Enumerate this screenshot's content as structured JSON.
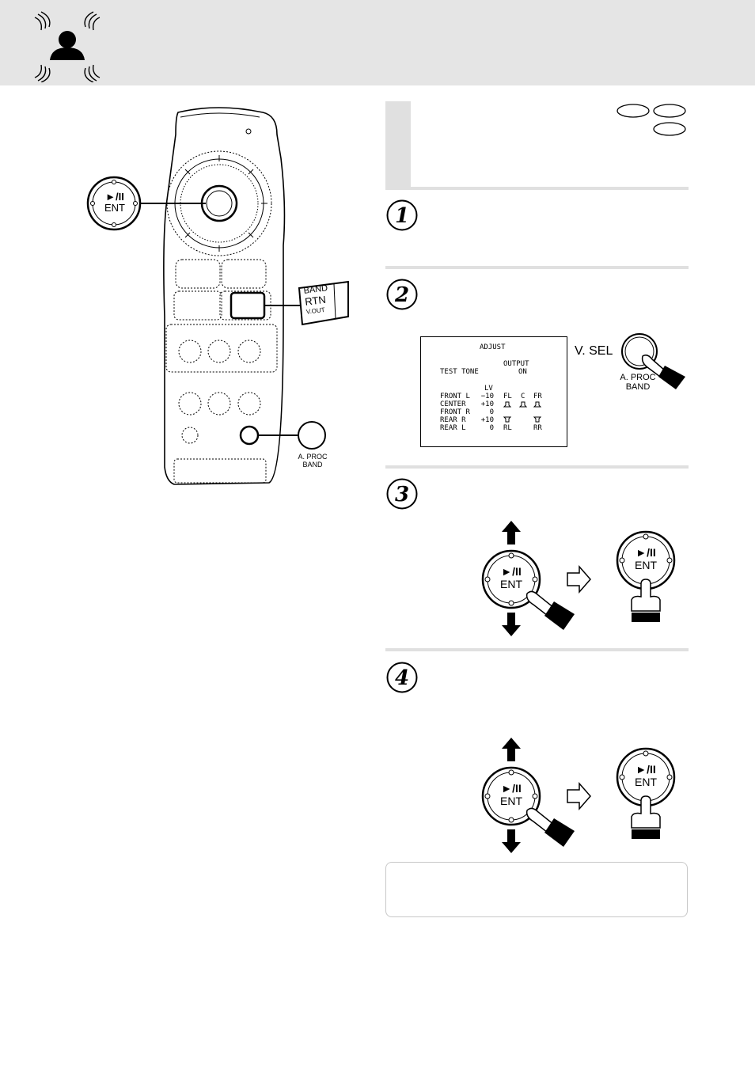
{
  "header": {
    "icon": "listener-sound-icon"
  },
  "remote": {
    "ent_label": "ENT",
    "play_pause_glyph": "►/II",
    "band_callout": [
      "BAND",
      "RTN",
      "V.OUT"
    ],
    "aproc_callout": [
      "A. PROC",
      "BAND"
    ]
  },
  "section": {
    "disc_badges": [
      "",
      "",
      ""
    ]
  },
  "steps": [
    {
      "number": "1"
    },
    {
      "number": "2"
    },
    {
      "number": "3"
    },
    {
      "number": "4"
    }
  ],
  "osd": {
    "title": "ADJUST",
    "test_tone": "TEST TONE",
    "output_label": "OUTPUT",
    "output_value": "ON",
    "lv_header": "LV",
    "rows": [
      {
        "name": "FRONT L",
        "value": "−10"
      },
      {
        "name": "CENTER",
        "value": "+10"
      },
      {
        "name": "FRONT R",
        "value": "0"
      },
      {
        "name": "REAR R",
        "value": "+10"
      },
      {
        "name": "REAR L",
        "value": "0"
      }
    ],
    "speakers_front": [
      "FL",
      "C",
      "FR"
    ],
    "speakers_rear": [
      "RL",
      "RR"
    ]
  },
  "step2": {
    "vsel_label": "V. SEL",
    "button_label": [
      "A. PROC",
      "BAND"
    ]
  },
  "step3": {
    "button_glyph": "►/II",
    "button_label": "ENT"
  },
  "step4": {
    "button_glyph": "►/II",
    "button_label": "ENT"
  },
  "colors": {
    "band": "#e5e5e5",
    "rule": "#e0e0e0",
    "ink": "#000000"
  }
}
